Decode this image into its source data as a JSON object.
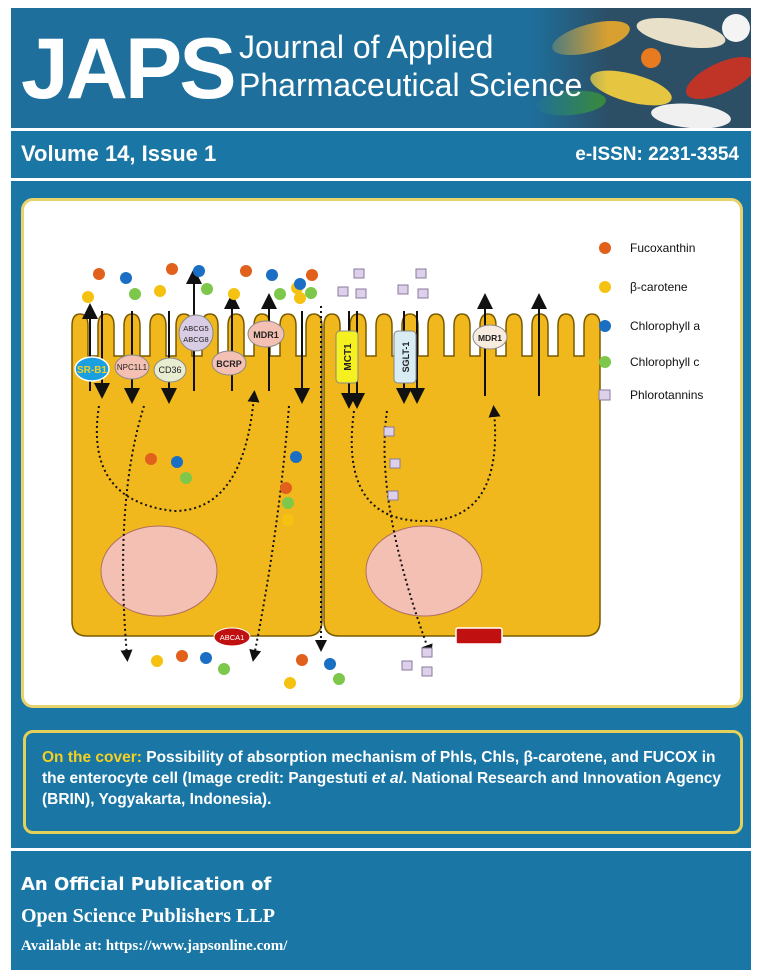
{
  "masthead": {
    "logo": "JAPS",
    "journal_line1": "Journal of Applied",
    "journal_line2": "Pharmaceutical Science"
  },
  "issue_bar": {
    "volume": "Volume 14, Issue 1",
    "issn": "e-ISSN: 2231-3354"
  },
  "figure": {
    "legend": [
      {
        "label": "Fucoxanthin",
        "color": "#e0601c",
        "shape": "circle"
      },
      {
        "label": "β-carotene",
        "color": "#f5c211",
        "shape": "circle"
      },
      {
        "label": "Chlorophyll a",
        "color": "#1a6fc4",
        "shape": "circle"
      },
      {
        "label": "Chlorophyll c",
        "color": "#7dc84a",
        "shape": "circle"
      },
      {
        "label": "Phlorotannins",
        "color": "#ddd0ea",
        "shape": "square"
      }
    ],
    "transporters": {
      "srb1": "SR-B1",
      "npc1l1": "NPC1L1",
      "cd36": "CD36",
      "abcg5": "ABCG5",
      "abcg8": "ABCG8",
      "bcrp": "BCRP",
      "mdr1_left": "MDR1",
      "mct1": "MCT1",
      "sglt1": "SGLT-1",
      "mdr1_right": "MDR1",
      "abca1": "ABCA1"
    },
    "colors": {
      "cell": "#f0b81c",
      "cell_border": "#7a5a00",
      "nucleus": "#f4c0b4",
      "basolateral_block": "#c01010"
    }
  },
  "caption": {
    "lead": "On the cover:",
    "text_1": " Possibility of absorption mechanism of Phls, Chls, β-carotene, and FUCOX in the enterocyte cell (Image credit: Pangestuti ",
    "italic": "et al",
    "text_2": ". National Research and Innovation Agency (BRIN), Yogyakarta, Indonesia)."
  },
  "publication": {
    "line1": "An Official Publication of",
    "line2": "Open Science Publishers LLP",
    "line3": "Available at: https://www.japsonline.com/"
  }
}
